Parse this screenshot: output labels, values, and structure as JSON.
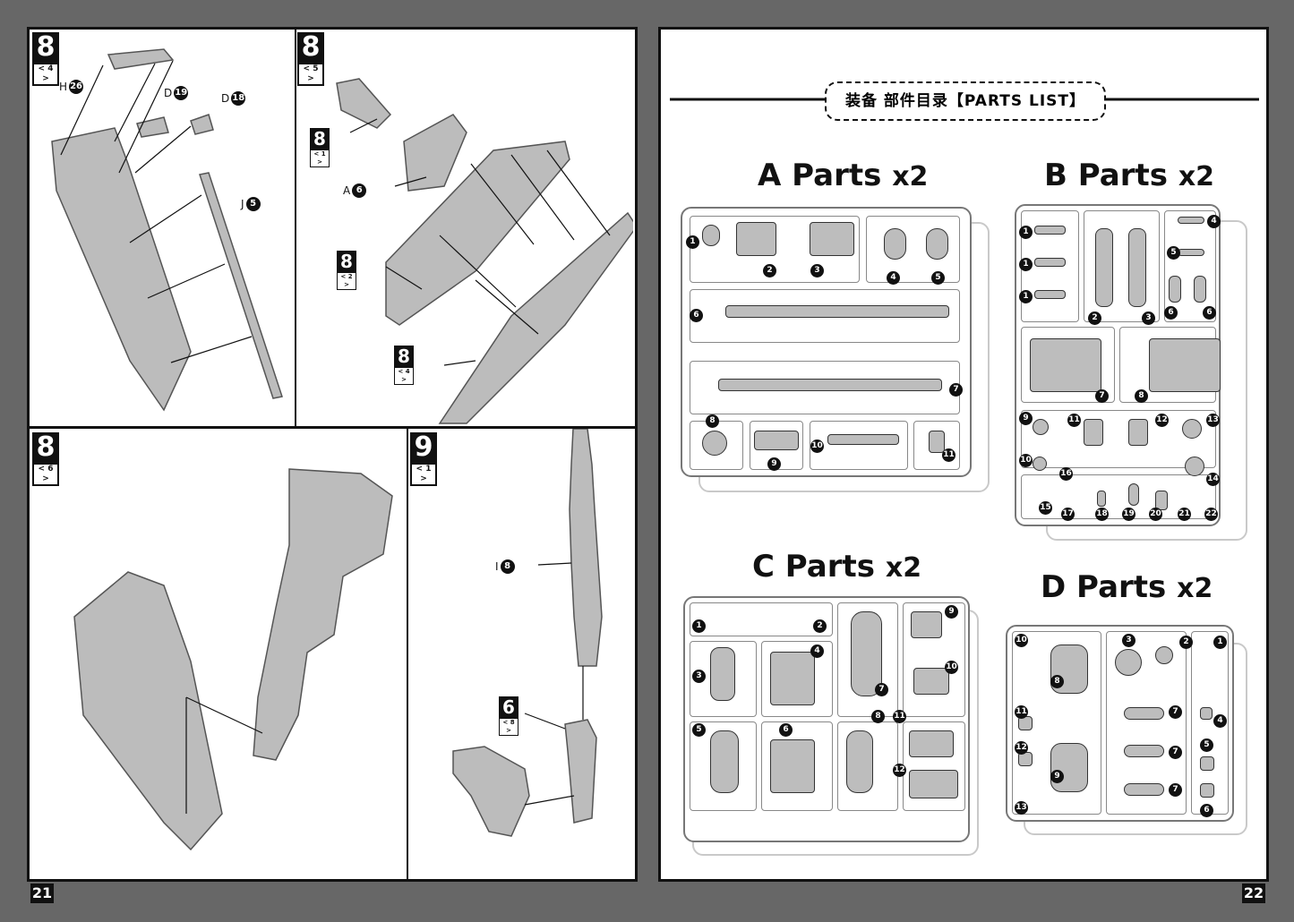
{
  "left_page": {
    "page_number": "21",
    "steps": [
      {
        "id": "step-8-4",
        "number": "8",
        "sub": "< 4 >",
        "refs": [
          {
            "letter": "H",
            "num": "26"
          },
          {
            "letter": "D",
            "num": "19"
          },
          {
            "letter": "D",
            "num": "18"
          },
          {
            "letter": "J",
            "num": "5"
          }
        ]
      },
      {
        "id": "step-8-5",
        "number": "8",
        "sub": "< 5 >",
        "refs": [
          {
            "letter": "A",
            "num": "6"
          }
        ],
        "sub_refs": [
          {
            "number": "8",
            "sub": "< 1 >"
          },
          {
            "number": "8",
            "sub": "< 2 >"
          },
          {
            "number": "8",
            "sub": "< 4 >"
          }
        ]
      },
      {
        "id": "step-8-6",
        "number": "8",
        "sub": "< 6 >",
        "refs": []
      },
      {
        "id": "step-9-1",
        "number": "9",
        "sub": "< 1 >",
        "refs": [
          {
            "letter": "I",
            "num": "8"
          }
        ],
        "sub_refs": [
          {
            "number": "6",
            "sub": "< 8 >"
          }
        ]
      }
    ]
  },
  "right_page": {
    "page_number": "22",
    "header": "装备 部件目录【PARTS LIST】",
    "sets": [
      {
        "name": "A Parts",
        "qty": "x2",
        "parts": [
          "1",
          "2",
          "3",
          "4",
          "5",
          "6",
          "7",
          "8",
          "9",
          "10",
          "11"
        ]
      },
      {
        "name": "B Parts",
        "qty": "x2",
        "parts": [
          "1",
          "1",
          "1",
          "2",
          "3",
          "4",
          "5",
          "6",
          "6",
          "7",
          "8",
          "9",
          "10",
          "11",
          "12",
          "13",
          "14",
          "15",
          "16",
          "17",
          "18",
          "19",
          "20",
          "21",
          "22"
        ]
      },
      {
        "name": "C Parts",
        "qty": "x2",
        "parts": [
          "1",
          "2",
          "3",
          "4",
          "5",
          "6",
          "7",
          "8",
          "9",
          "10",
          "11",
          "12"
        ]
      },
      {
        "name": "D Parts",
        "qty": "x2",
        "parts": [
          "1",
          "2",
          "3",
          "4",
          "5",
          "6",
          "7",
          "7",
          "7",
          "8",
          "9",
          "10",
          "11",
          "12",
          "13"
        ]
      }
    ]
  }
}
